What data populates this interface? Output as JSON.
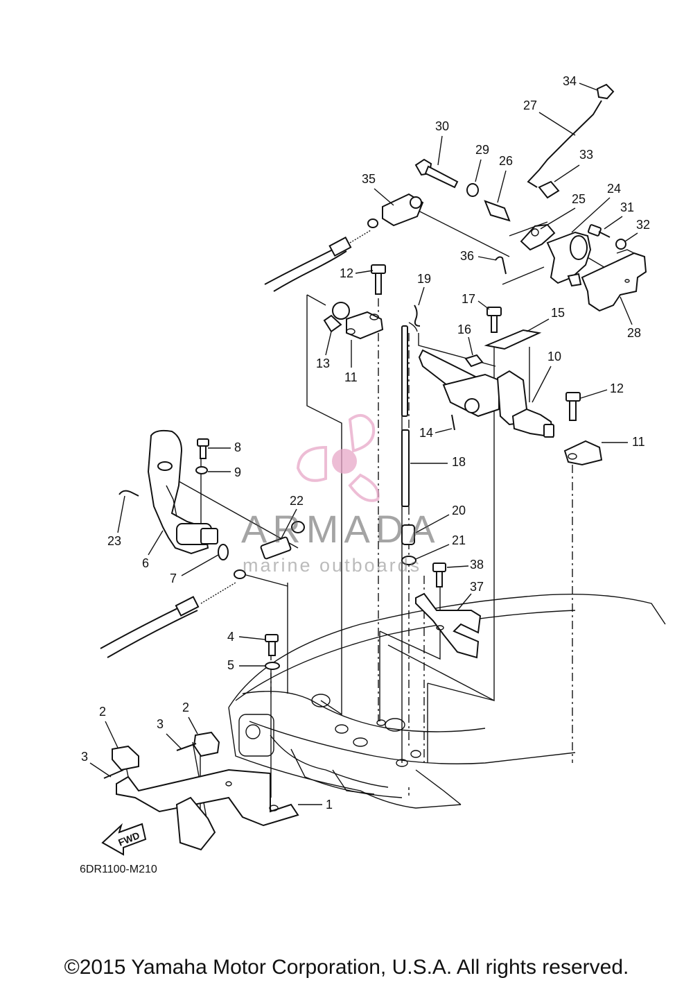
{
  "callouts": [
    "1",
    "2",
    "2",
    "3",
    "3",
    "4",
    "5",
    "6",
    "7",
    "8",
    "9",
    "10",
    "11",
    "11",
    "12",
    "12",
    "13",
    "14",
    "15",
    "16",
    "17",
    "18",
    "19",
    "20",
    "21",
    "22",
    "23",
    "24",
    "25",
    "26",
    "27",
    "28",
    "29",
    "30",
    "31",
    "32",
    "33",
    "34",
    "35",
    "36",
    "37",
    "38"
  ],
  "direction_badge": "FWD",
  "diagram_code": "6DR1100-M210",
  "copyright": "©2015 Yamaha Motor Corporation, U.S.A. All rights reserved.",
  "watermark": {
    "title": "ARMADA",
    "subtitle": "marine outboards",
    "logo_color": "#e8a7c8",
    "text_color": "#777777"
  }
}
